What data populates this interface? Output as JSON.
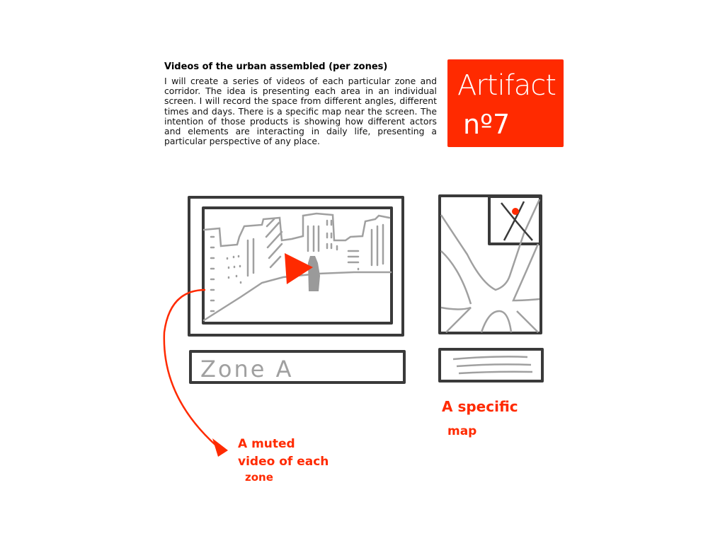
{
  "header": {
    "title": "Videos of the urban assembled (per zones)",
    "description": "I will create a series of videos of each particular zone and corridor. The idea is presenting each area in an individual screen. I will record the space from different angles, different times and days. There is a specific map near the screen. The intention of those products is showing how different actors and elements are interacting in daily life, presenting a particular perspective of any place."
  },
  "artifact": {
    "line1": "Artifact",
    "line2": "nº7",
    "color": "#ff2a00"
  },
  "video_panel": {
    "label": "Zone A",
    "icon": "play-icon"
  },
  "map_panel": {
    "icon": "map-icon"
  },
  "annotations": {
    "video": [
      "A muted",
      "video of each",
      "zone"
    ],
    "map": [
      "A specific",
      "map"
    ]
  },
  "colors": {
    "frame": "#3a3a3a",
    "sketch": "#a0a0a0",
    "accent": "#ff2a00"
  }
}
